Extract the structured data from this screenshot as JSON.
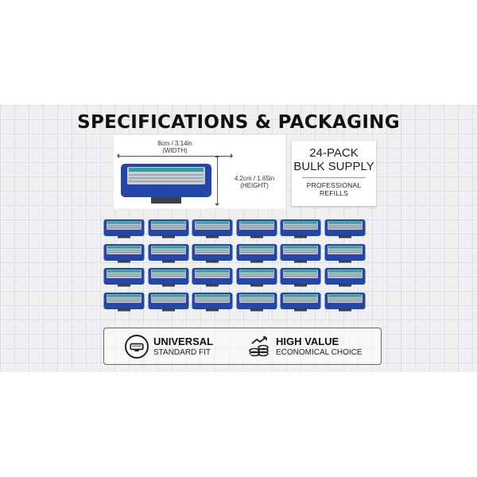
{
  "title": "SPECIFICATIONS & PACKAGING",
  "dimensions": {
    "width_value": "8cm / 3.14in",
    "width_label": "(WIDTH)",
    "height_value": "4.2cm / 1.65in",
    "height_label": "(HEIGHT)"
  },
  "pack": {
    "count_label": "24-PACK",
    "supply_label": "BULK SUPPLY",
    "tag_line1": "PROFESSIONAL",
    "tag_line2": "REFILLS"
  },
  "cartridges": {
    "rows": 4,
    "columns": 6,
    "total": 24
  },
  "features": [
    {
      "title": "UNIVERSAL",
      "subtitle": "STANDARD FIT",
      "icon": "razor-head-icon"
    },
    {
      "title": "HIGH VALUE",
      "subtitle": "ECONOMICAL CHOICE",
      "icon": "coins-growth-icon"
    }
  ],
  "colors": {
    "cartridge_blue": "#2346a8",
    "blade_teal": "#2fa39a",
    "blade_silver": "#b9bec6",
    "background": "#eef0f2"
  }
}
